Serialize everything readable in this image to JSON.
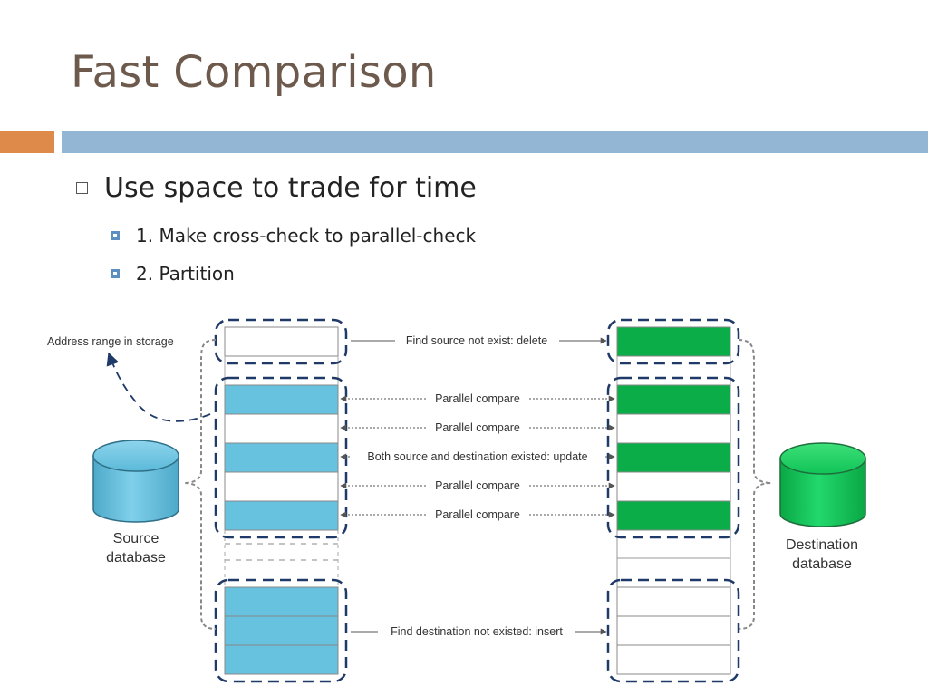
{
  "slide": {
    "title": "Fast Comparison",
    "bullets": [
      {
        "text": "Use space to trade for time",
        "sub": [
          "1. Make cross-check to parallel-check",
          "2. Partition"
        ]
      }
    ]
  },
  "diagram": {
    "address_label": "Address range in storage",
    "source_db": [
      "Source",
      "database"
    ],
    "destination_db": [
      "Destination",
      "database"
    ],
    "arrows": [
      "Find source not exist: delete",
      "Parallel compare",
      "Parallel compare",
      "Both source and destination existed: update",
      "Parallel compare",
      "Parallel compare",
      "Find destination not existed: insert"
    ],
    "colors": {
      "source": "#67c2df",
      "destination": "#0aad48",
      "dash": "#1f3a68"
    }
  }
}
